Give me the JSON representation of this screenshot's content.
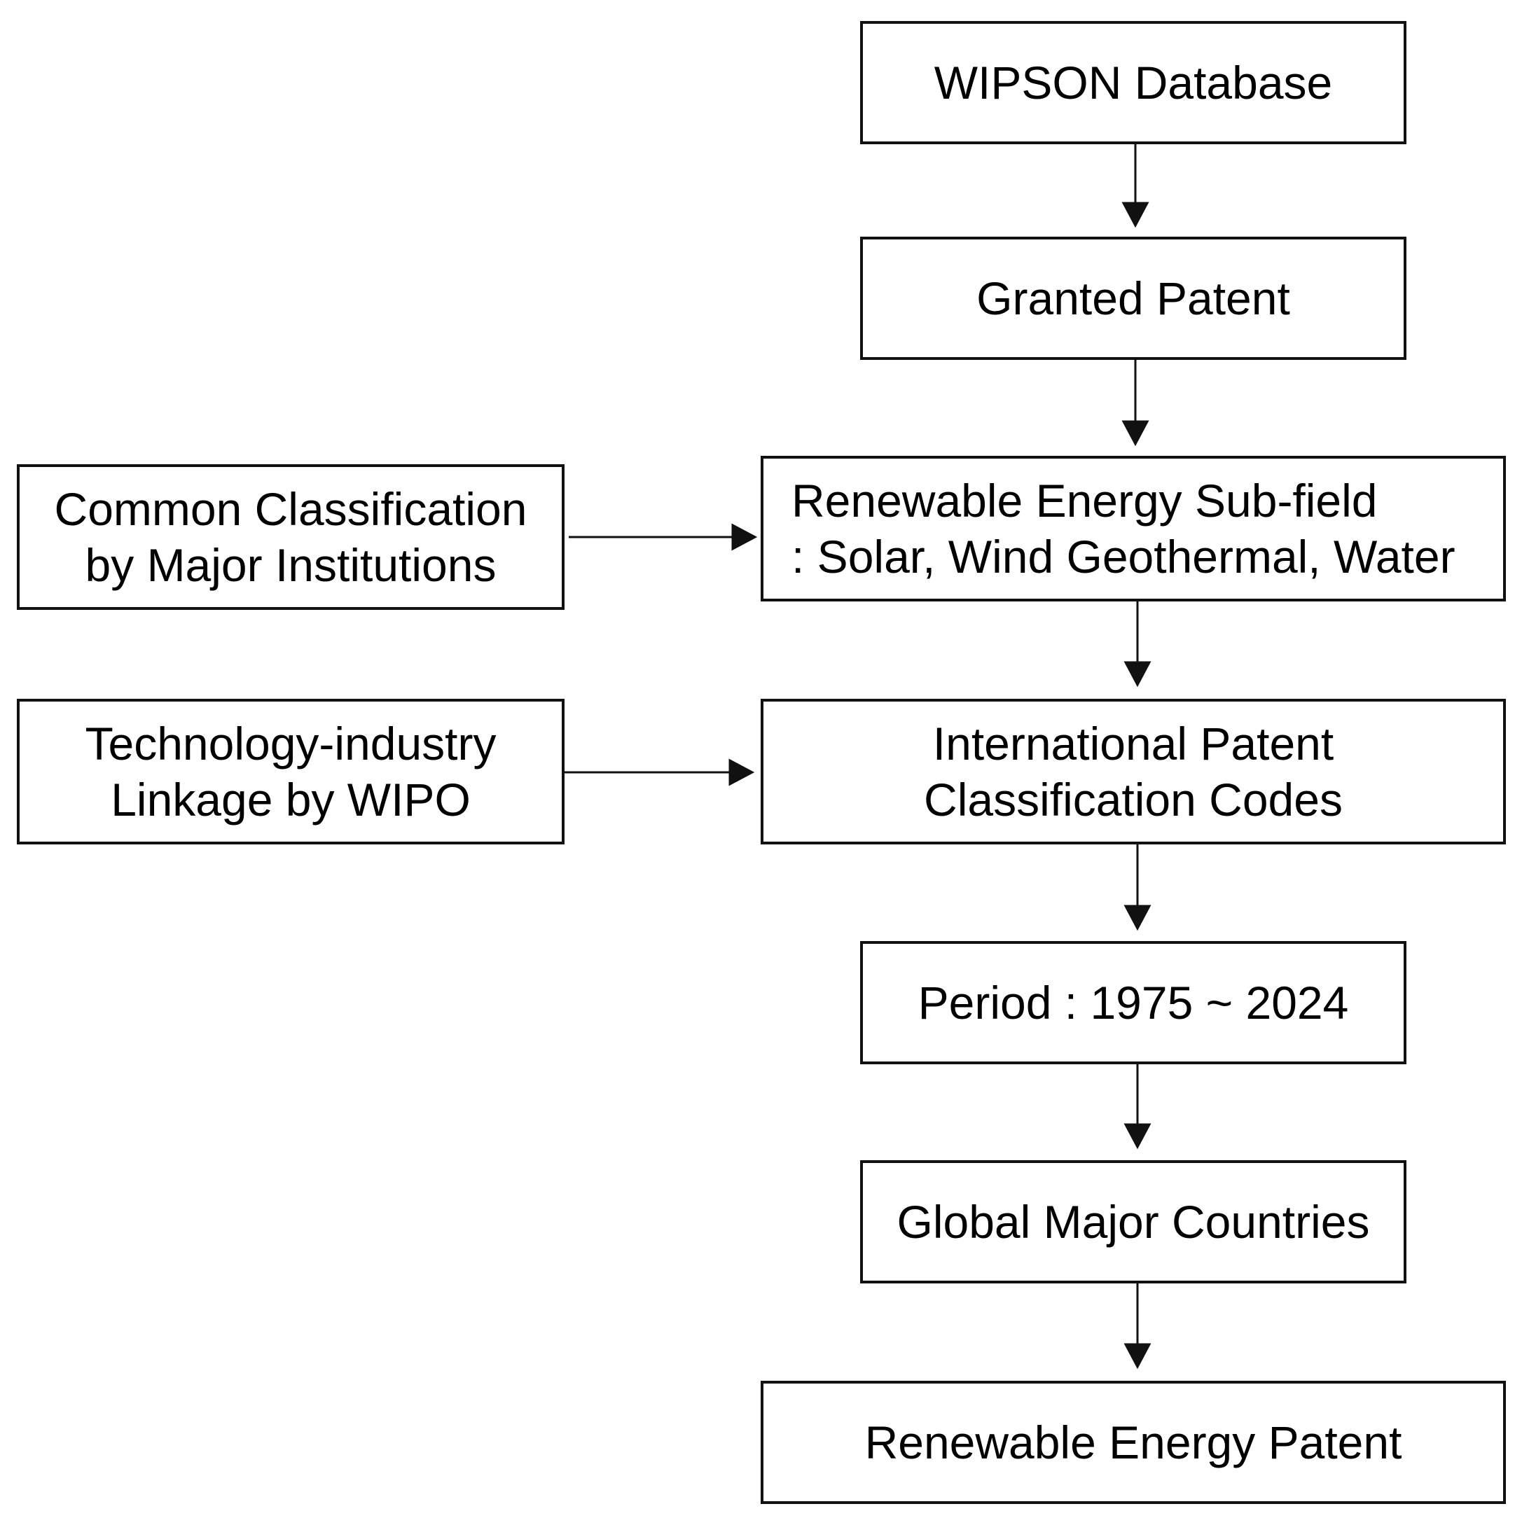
{
  "colors": {
    "stroke": "#111111",
    "background": "#ffffff",
    "text": "#000000"
  },
  "boxes": {
    "wipson": {
      "lines": [
        "WIPSON Database"
      ]
    },
    "granted": {
      "lines": [
        "Granted Patent"
      ]
    },
    "subfield": {
      "lines": [
        "Renewable Energy Sub-field",
        ": Solar, Wind Geothermal, Water"
      ]
    },
    "ipc": {
      "lines": [
        "International Patent",
        "Classification Codes"
      ]
    },
    "period": {
      "lines": [
        "Period : 1975 ~ 2024"
      ]
    },
    "countries": {
      "lines": [
        "Global Major Countries"
      ]
    },
    "result": {
      "lines": [
        "Renewable Energy Patent"
      ]
    },
    "common": {
      "lines": [
        "Common Classification",
        "by Major Institutions"
      ]
    },
    "linkage": {
      "lines": [
        "Technology-industry",
        "Linkage by WIPO"
      ]
    }
  },
  "edges": [
    {
      "from": "wipson",
      "to": "granted"
    },
    {
      "from": "granted",
      "to": "subfield"
    },
    {
      "from": "subfield",
      "to": "ipc"
    },
    {
      "from": "ipc",
      "to": "period"
    },
    {
      "from": "period",
      "to": "countries"
    },
    {
      "from": "countries",
      "to": "result"
    },
    {
      "from": "common",
      "to": "subfield"
    },
    {
      "from": "linkage",
      "to": "ipc"
    }
  ]
}
